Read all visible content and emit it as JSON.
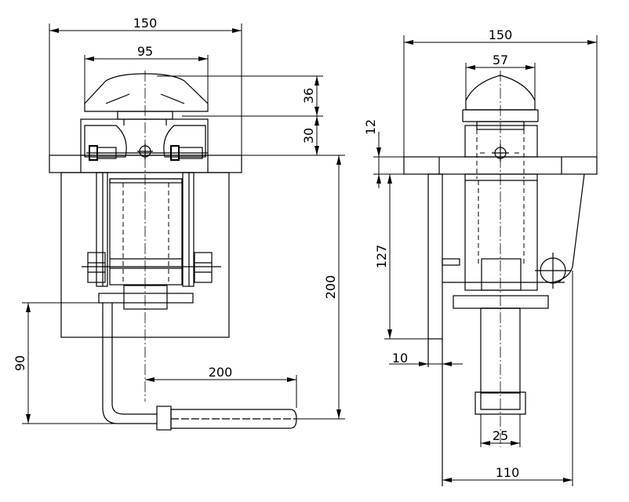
{
  "front_view": {
    "dims": {
      "overall_width": "150",
      "knob_width": "95",
      "knob_height": "36",
      "body_height": "30",
      "height_total": "200",
      "handle_length": "200",
      "handle_drop": "90"
    }
  },
  "side_view": {
    "dims": {
      "overall_width": "150",
      "knob_width": "57",
      "flange_thickness": "12",
      "bracket_height": "127",
      "plate_thickness": "10",
      "rod_diameter": "25",
      "bracket_depth": "110"
    }
  }
}
